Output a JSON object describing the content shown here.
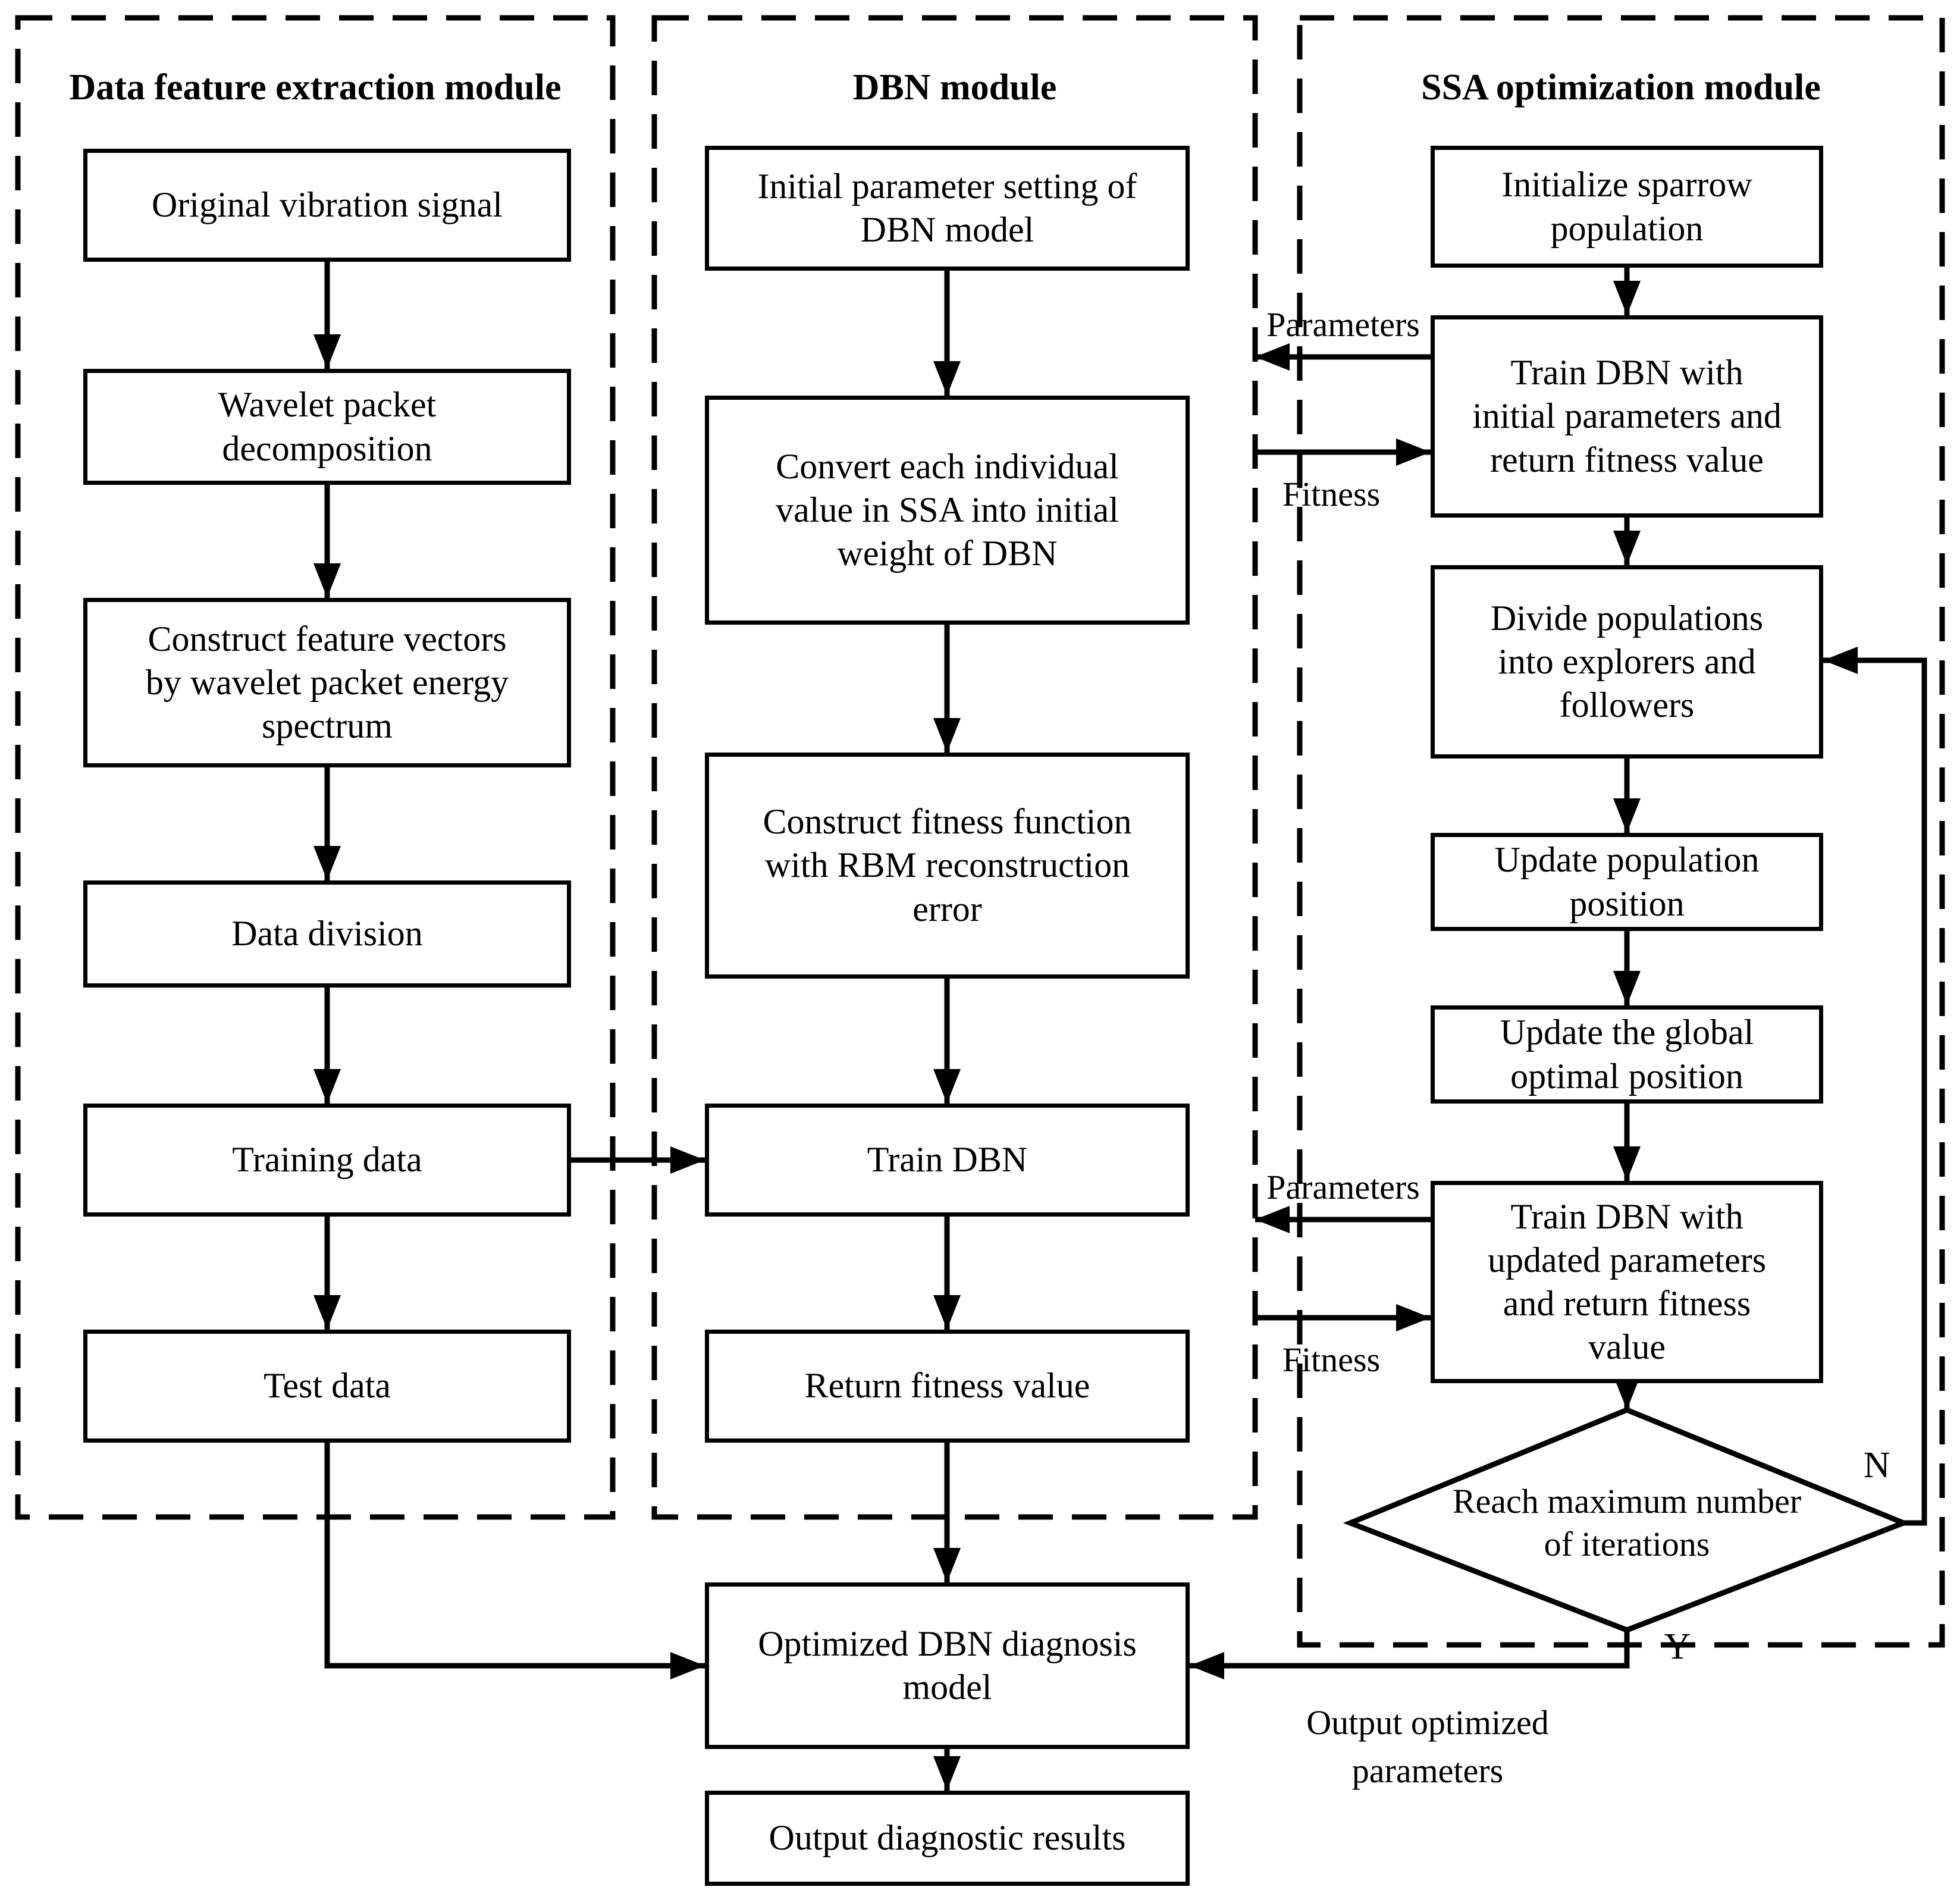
{
  "modules": {
    "feature": {
      "title": "Data feature extraction module",
      "boxes": {
        "signal": "Original vibration signal",
        "wavelet": "Wavelet packet\ndecomposition",
        "vectors": "Construct feature vectors\nby wavelet packet energy\nspectrum",
        "division": "Data division",
        "training": "Training data",
        "test": "Test data"
      }
    },
    "dbn": {
      "title": "DBN module",
      "boxes": {
        "initial": "Initial parameter setting of\nDBN model",
        "convert": "Convert each individual\nvalue in SSA into initial\nweight of DBN",
        "fitness_fn": "Construct fitness function\nwith RBM reconstruction\nerror",
        "train": "Train DBN",
        "return_fitness": "Return fitness value"
      }
    },
    "ssa": {
      "title": "SSA optimization module",
      "boxes": {
        "init_pop": "Initialize sparrow\npopulation",
        "train_initial": "Train DBN with\ninitial parameters and\nreturn fitness value",
        "divide": "Divide populations\ninto explorers and\nfollowers",
        "update_pop": "Update population\nposition",
        "update_global": "Update the global\noptimal position",
        "train_updated": "Train DBN with\nupdated parameters\nand return fitness\nvalue"
      },
      "decision": "Reach maximum number\nof iterations",
      "decision_no": "N",
      "decision_yes": "Y"
    }
  },
  "output": {
    "optimized_model": "Optimized DBN diagnosis\nmodel",
    "diagnostic_results": "Output diagnostic results",
    "optimized_parameters_label": "Output optimized\nparameters"
  },
  "flow_labels": {
    "parameters_top": "Parameters",
    "fitness_top": "Fitness",
    "parameters_bottom": "Parameters",
    "fitness_bottom": "Fitness"
  },
  "colors": {
    "ink": "#000000",
    "background": "#ffffff"
  }
}
